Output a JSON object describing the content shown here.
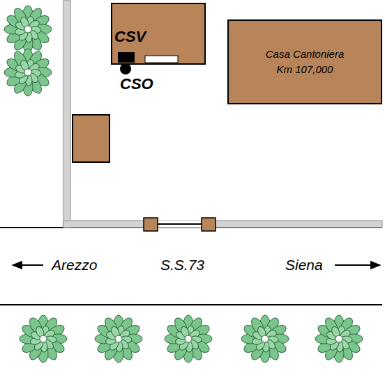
{
  "diagram": {
    "nodes": [
      {
        "text": [
          "Casa Cantoniera",
          "Km 107,000"
        ]
      }
    ],
    "labels": [
      "CSV",
      "CSO",
      "Arezzo",
      "S.S.73",
      "Siena"
    ]
  }
}
